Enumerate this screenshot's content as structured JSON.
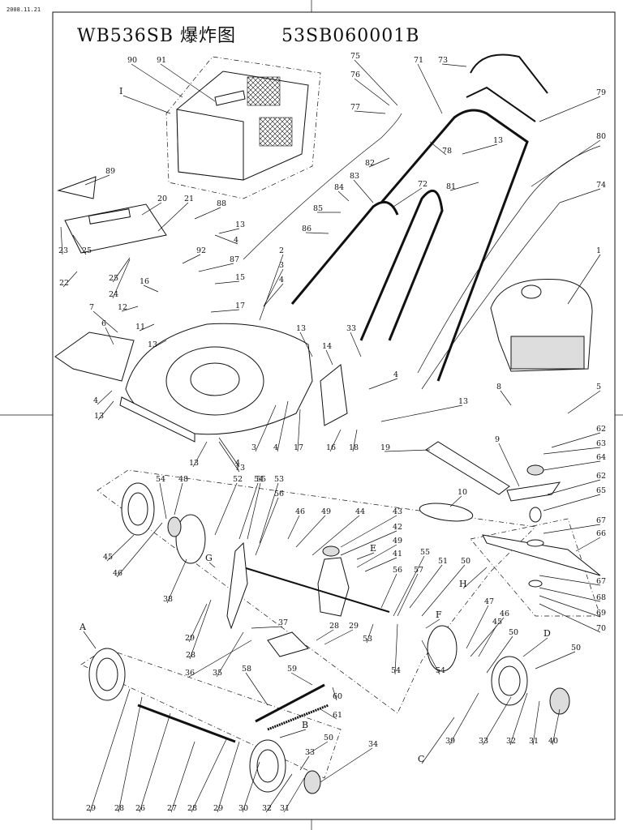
{
  "sheet": {
    "date": "2008.11.21",
    "title_model": "WB536SB",
    "title_text": "爆炸图",
    "title_code": "53SB060001B"
  },
  "callouts": [
    {
      "id": "c1",
      "text": "1"
    },
    {
      "id": "c2",
      "text": "2"
    },
    {
      "id": "c3a",
      "text": "3"
    },
    {
      "id": "c3b",
      "text": "3"
    },
    {
      "id": "c4a",
      "text": "4"
    },
    {
      "id": "c4b",
      "text": "4"
    },
    {
      "id": "c4c",
      "text": "4"
    },
    {
      "id": "c4d",
      "text": "4"
    },
    {
      "id": "c4e",
      "text": "4"
    },
    {
      "id": "c4f",
      "text": "4"
    },
    {
      "id": "c5",
      "text": "5"
    },
    {
      "id": "c6",
      "text": "6"
    },
    {
      "id": "c7",
      "text": "7"
    },
    {
      "id": "c8",
      "text": "8"
    },
    {
      "id": "c9",
      "text": "9"
    },
    {
      "id": "c10",
      "text": "10"
    },
    {
      "id": "c11",
      "text": "11"
    },
    {
      "id": "c12",
      "text": "12"
    },
    {
      "id": "c13a",
      "text": "13"
    },
    {
      "id": "c13b",
      "text": "13"
    },
    {
      "id": "c13c",
      "text": "13"
    },
    {
      "id": "c13d",
      "text": "13"
    },
    {
      "id": "c13e",
      "text": "13"
    },
    {
      "id": "c13f",
      "text": "13"
    },
    {
      "id": "c13g",
      "text": "13"
    },
    {
      "id": "c13h",
      "text": "13"
    },
    {
      "id": "c14",
      "text": "14"
    },
    {
      "id": "c15",
      "text": "15"
    },
    {
      "id": "c16a",
      "text": "16"
    },
    {
      "id": "c16b",
      "text": "16"
    },
    {
      "id": "c17a",
      "text": "17"
    },
    {
      "id": "c17b",
      "text": "17"
    },
    {
      "id": "c18",
      "text": "18"
    },
    {
      "id": "c19",
      "text": "19"
    },
    {
      "id": "c20",
      "text": "20"
    },
    {
      "id": "c21",
      "text": "21"
    },
    {
      "id": "c22",
      "text": "22"
    },
    {
      "id": "c23",
      "text": "23"
    },
    {
      "id": "c24",
      "text": "24"
    },
    {
      "id": "c25a",
      "text": "25"
    },
    {
      "id": "c25b",
      "text": "25"
    },
    {
      "id": "c26",
      "text": "26"
    },
    {
      "id": "c27",
      "text": "27"
    },
    {
      "id": "c28a",
      "text": "28"
    },
    {
      "id": "c28b",
      "text": "28"
    },
    {
      "id": "c28c",
      "text": "28"
    },
    {
      "id": "c28d",
      "text": "28"
    },
    {
      "id": "c29a",
      "text": "29"
    },
    {
      "id": "c29b",
      "text": "29"
    },
    {
      "id": "c29c",
      "text": "29"
    },
    {
      "id": "c29d",
      "text": "29"
    },
    {
      "id": "c30",
      "text": "30"
    },
    {
      "id": "c31a",
      "text": "31"
    },
    {
      "id": "c31b",
      "text": "31"
    },
    {
      "id": "c32a",
      "text": "32"
    },
    {
      "id": "c32b",
      "text": "32"
    },
    {
      "id": "c33a",
      "text": "33"
    },
    {
      "id": "c33b",
      "text": "33"
    },
    {
      "id": "c33c",
      "text": "33"
    },
    {
      "id": "c34",
      "text": "34"
    },
    {
      "id": "c35",
      "text": "35"
    },
    {
      "id": "c36",
      "text": "36"
    },
    {
      "id": "c37",
      "text": "37"
    },
    {
      "id": "c38",
      "text": "38"
    },
    {
      "id": "c39",
      "text": "39"
    },
    {
      "id": "c40",
      "text": "40"
    },
    {
      "id": "c41",
      "text": "41"
    },
    {
      "id": "c42",
      "text": "42"
    },
    {
      "id": "c43",
      "text": "43"
    },
    {
      "id": "c44",
      "text": "44"
    },
    {
      "id": "c45a",
      "text": "45"
    },
    {
      "id": "c45b",
      "text": "45"
    },
    {
      "id": "c46a",
      "text": "46"
    },
    {
      "id": "c46b",
      "text": "46"
    },
    {
      "id": "c46c",
      "text": "46"
    },
    {
      "id": "c47",
      "text": "47"
    },
    {
      "id": "c48",
      "text": "48"
    },
    {
      "id": "c49a",
      "text": "49"
    },
    {
      "id": "c49b",
      "text": "49"
    },
    {
      "id": "c50a",
      "text": "50"
    },
    {
      "id": "c50b",
      "text": "50"
    },
    {
      "id": "c50c",
      "text": "50"
    },
    {
      "id": "c50d",
      "text": "50"
    },
    {
      "id": "c51",
      "text": "51"
    },
    {
      "id": "c52",
      "text": "52"
    },
    {
      "id": "c53a",
      "text": "53"
    },
    {
      "id": "c53b",
      "text": "53"
    },
    {
      "id": "c54a",
      "text": "54"
    },
    {
      "id": "c54b",
      "text": "54"
    },
    {
      "id": "c54c",
      "text": "54"
    },
    {
      "id": "c54d",
      "text": "54"
    },
    {
      "id": "c55a",
      "text": "55"
    },
    {
      "id": "c55b",
      "text": "55"
    },
    {
      "id": "c56a",
      "text": "56"
    },
    {
      "id": "c56b",
      "text": "56"
    },
    {
      "id": "c57",
      "text": "57"
    },
    {
      "id": "c58",
      "text": "58"
    },
    {
      "id": "c59",
      "text": "59"
    },
    {
      "id": "c60",
      "text": "60"
    },
    {
      "id": "c61",
      "text": "61"
    },
    {
      "id": "c62a",
      "text": "62"
    },
    {
      "id": "c62b",
      "text": "62"
    },
    {
      "id": "c63",
      "text": "63"
    },
    {
      "id": "c64",
      "text": "64"
    },
    {
      "id": "c65",
      "text": "65"
    },
    {
      "id": "c66",
      "text": "66"
    },
    {
      "id": "c67a",
      "text": "67"
    },
    {
      "id": "c67b",
      "text": "67"
    },
    {
      "id": "c68",
      "text": "68"
    },
    {
      "id": "c69",
      "text": "69"
    },
    {
      "id": "c70",
      "text": "70"
    },
    {
      "id": "c71",
      "text": "71"
    },
    {
      "id": "c72",
      "text": "72"
    },
    {
      "id": "c73",
      "text": "73"
    },
    {
      "id": "c74",
      "text": "74"
    },
    {
      "id": "c75",
      "text": "75"
    },
    {
      "id": "c76",
      "text": "76"
    },
    {
      "id": "c77",
      "text": "77"
    },
    {
      "id": "c78",
      "text": "78"
    },
    {
      "id": "c79",
      "text": "79"
    },
    {
      "id": "c80",
      "text": "80"
    },
    {
      "id": "c81",
      "text": "81"
    },
    {
      "id": "c82",
      "text": "82"
    },
    {
      "id": "c83",
      "text": "83"
    },
    {
      "id": "c84",
      "text": "84"
    },
    {
      "id": "c85",
      "text": "85"
    },
    {
      "id": "c86",
      "text": "86"
    },
    {
      "id": "c87",
      "text": "87"
    },
    {
      "id": "c88",
      "text": "88"
    },
    {
      "id": "c89",
      "text": "89"
    },
    {
      "id": "c90",
      "text": "90"
    },
    {
      "id": "c91",
      "text": "91"
    },
    {
      "id": "c92",
      "text": "92"
    }
  ],
  "group_labels": [
    {
      "id": "gI",
      "text": "I"
    },
    {
      "id": "gA",
      "text": "A"
    },
    {
      "id": "gB",
      "text": "B"
    },
    {
      "id": "gC",
      "text": "C"
    },
    {
      "id": "gD",
      "text": "D"
    },
    {
      "id": "gE",
      "text": "E"
    },
    {
      "id": "gF",
      "text": "F"
    },
    {
      "id": "gG",
      "text": "G"
    },
    {
      "id": "gH",
      "text": "H"
    }
  ]
}
